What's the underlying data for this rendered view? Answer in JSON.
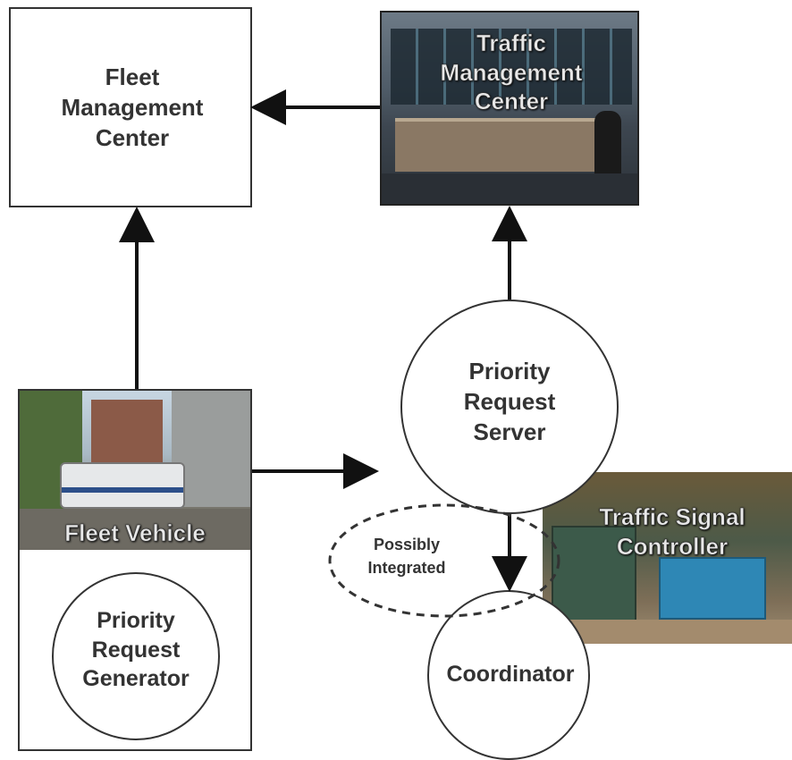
{
  "nodes": {
    "fleet_management_center": "Fleet Management Center",
    "traffic_management_center": "Traffic Management Center",
    "priority_request_server": "Priority Request Server",
    "fleet_vehicle": "Fleet Vehicle",
    "priority_request_generator": "Priority Request Generator",
    "traffic_signal_controller": "Traffic Signal Controller",
    "coordinator": "Coordinator"
  },
  "annotations": {
    "possibly_integrated": "Possibly Integrated"
  },
  "colors": {
    "line": "#111111",
    "text": "#333333",
    "photo_text": "#e8e8e8"
  }
}
